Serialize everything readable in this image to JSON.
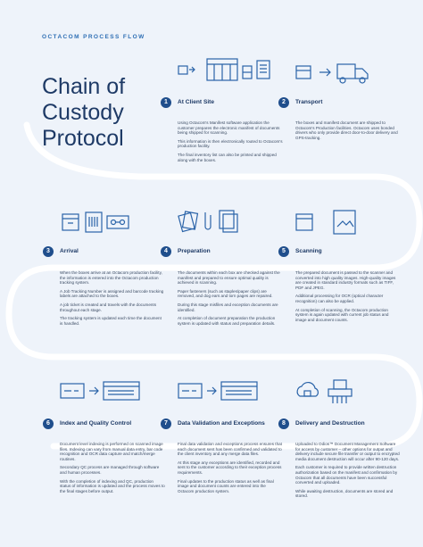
{
  "header": {
    "eyebrow": "OCTACOM PROCESS FLOW",
    "title_lines": [
      "Chain of",
      "Custody",
      "Protocol"
    ]
  },
  "steps": [
    {
      "number": "1",
      "title": "At Client Site",
      "paragraphs": [
        "Using Octacom's Manifest software application the customer prepares the electronic manifest of documents being shipped for scanning.",
        "This information is then electronically routed to Octacom's production facility.",
        "The final inventory list can also be printed and shipped along with the boxes."
      ]
    },
    {
      "number": "2",
      "title": "Transport",
      "paragraphs": [
        "The boxes and manifest document are shipped to Octacom's Production facilities. Octacom uses bonded drivers who only provide direct door-to-door delivery and GPS-tracking."
      ]
    },
    {
      "number": "3",
      "title": "Arrival",
      "paragraphs": [
        "When the boxes arrive at an Octacom production facility, the information is entered into the Octacom production tracking system.",
        "A Job Tracking Number is assigned and barcode tracking labels are attached to the boxes.",
        "A job ticket is created and travels with the documents throughout each stage.",
        "The tracking system is updated each time the document is handled."
      ]
    },
    {
      "number": "4",
      "title": "Preparation",
      "paragraphs": [
        "The documents within each box are checked against the manifest and prepared to ensure optimal quality is achieved in scanning.",
        "Paper fasteners (such as staples/paper clips) are removed, and dog ears and torn pages are repaired.",
        "During this stage misfiles and exception documents are identified.",
        "At completion of document preparation the production system is updated with status and preparation details."
      ]
    },
    {
      "number": "5",
      "title": "Scanning",
      "paragraphs": [
        "The prepared document is passed to the scanner and converted into high quality images. High-quality images are created in standard industry formats such as TIFF, PDF and JPEG.",
        "Additional processing for OCR (optical character recognition) can also be applied.",
        "At completion of scanning, the Octacom production system is again updated with current job status and image and document counts."
      ]
    },
    {
      "number": "6",
      "title": "Index and Quality Control",
      "paragraphs": [
        "Document level indexing is performed on scanned image files. Indexing can vary from manual data entry, bar code recognition and OCR data capture and match/merge routines.",
        "Secondary QC process are managed through software and human processes.",
        "With the completion of indexing and QC, production status of information is updated and the process moves to the final stages before output."
      ]
    },
    {
      "number": "7",
      "title": "Data Validation and Exceptions",
      "paragraphs": [
        "Final data validation and exceptions process ensures that each document sent has been confirmed and validated to the client inventory and any merge data files.",
        "At this stage any exceptions are identified, recorded and sent to the customer according to their exception process requirements.",
        "Final updates to the production status as well as final image and document counts are entered into the Octacom production system."
      ]
    },
    {
      "number": "8",
      "title": "Delivery and Destruction",
      "paragraphs": [
        "Uploaded to Odios™ Document Management Software for access by customer – other options for output and delivery include secure file transfer or output to encrypted media document destruction will occur after 90-120 days.",
        "Each customer is required to provide written destruction authorization based on the manifest and confirmation by Octacom that all documents have been successful converted and uploaded.",
        "While awaiting destruction, documents are stored and stored."
      ]
    }
  ]
}
